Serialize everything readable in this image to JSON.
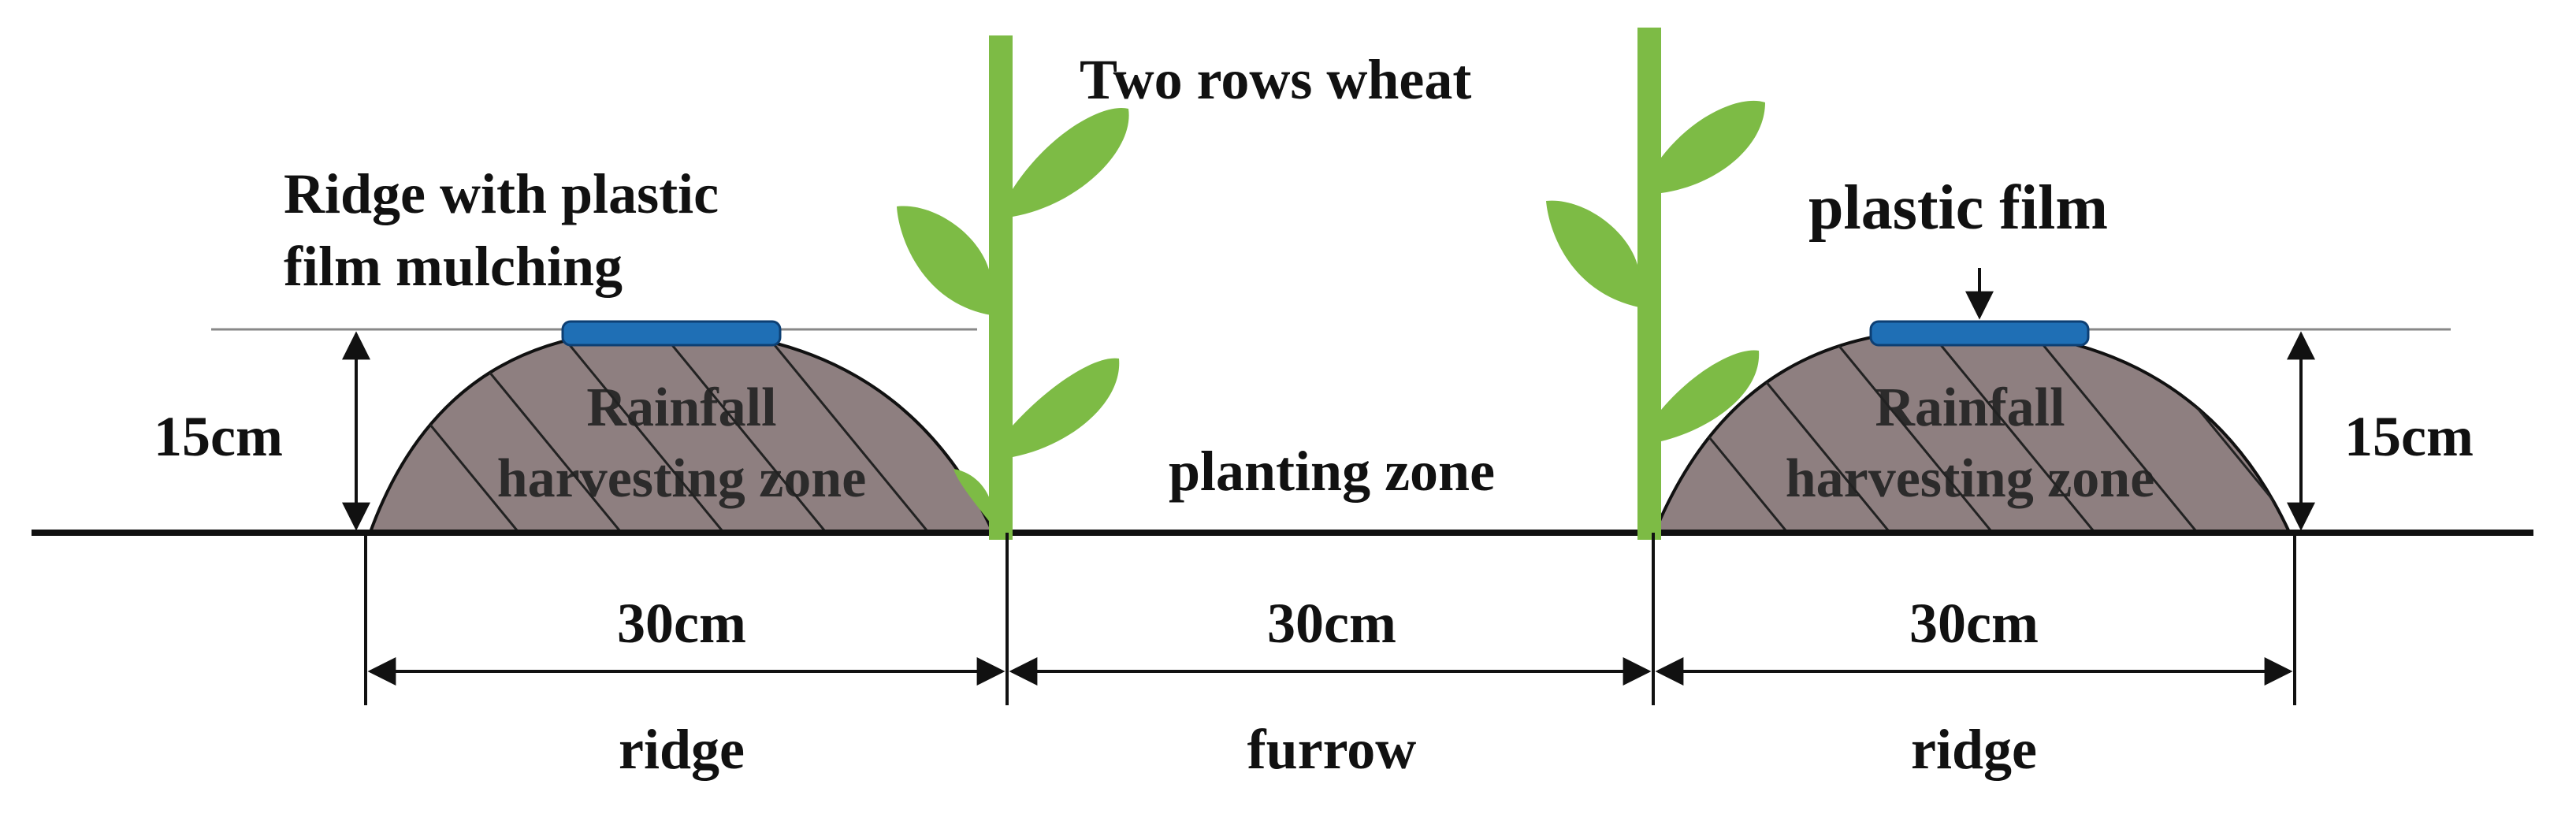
{
  "labels": {
    "wheat_title": "Two rows wheat",
    "ridge_film_line1": "Ridge with plastic",
    "ridge_film_line2": "film mulching",
    "plastic_film": "plastic film",
    "rain_zone_left_line1": "Rainfall",
    "rain_zone_left_line2": "harvesting zone",
    "rain_zone_right_line1": "Rainfall",
    "rain_zone_right_line2": "harvesting zone",
    "planting_zone": "planting zone",
    "height_left": "15cm",
    "height_right": "15cm",
    "width_left": "30cm",
    "width_mid": "30cm",
    "width_right": "30cm",
    "section_left": "ridge",
    "section_mid": "furrow",
    "section_right": "ridge"
  },
  "colors": {
    "soil": "#8e7f80",
    "film": "#1f6fb5",
    "plant": "#7dbb45",
    "line": "#111111"
  }
}
